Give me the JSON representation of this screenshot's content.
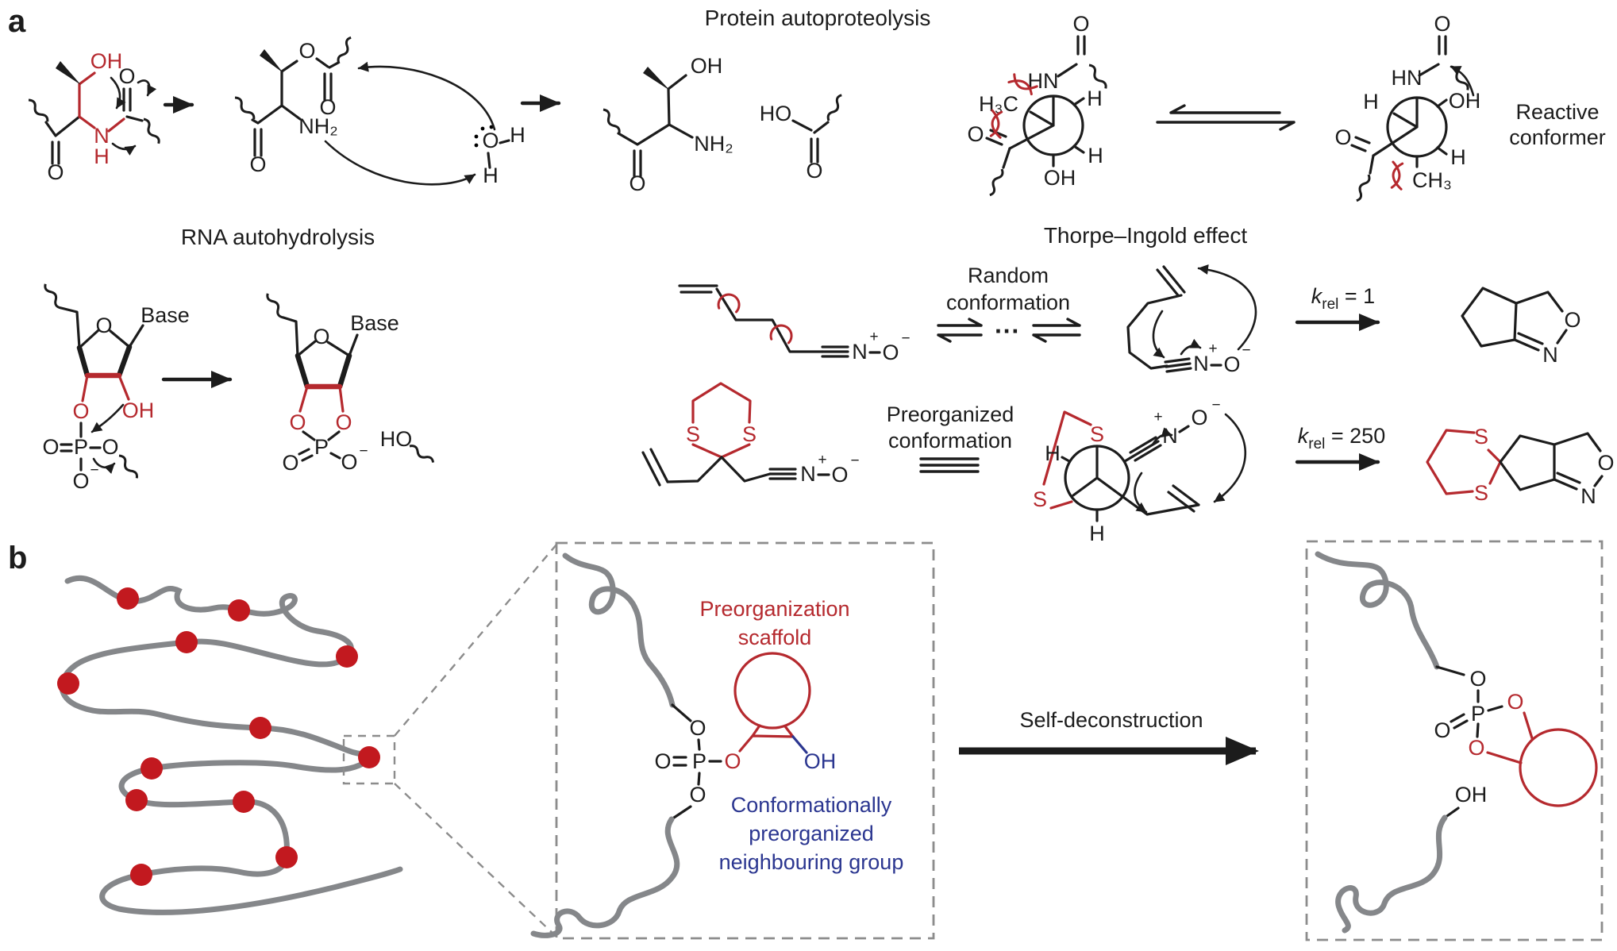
{
  "figure": {
    "panel_a": {
      "label": "a",
      "protein_title": "Protein autoproteolysis",
      "reactive_conformer": [
        "Reactive",
        "conformer"
      ],
      "rna_title": "RNA autohydrolysis",
      "thorpe_title": "Thorpe–Ingold effect",
      "random_conformation": [
        "Random",
        "conformation"
      ],
      "ellipsis": "···",
      "preorganized_conformation": [
        "Preorganized",
        "conformation"
      ],
      "krel_symbol": "k",
      "krel_sub": "rel",
      "krel_eq_1": " = 1",
      "krel_eq_250": " = 250"
    },
    "panel_b": {
      "label": "b",
      "scaffold_label": [
        "Preorganization",
        "scaffold"
      ],
      "neighbouring_label": [
        "Conformationally",
        "preorganized",
        "neighbouring group"
      ],
      "arrow_label": "Self-deconstruction"
    },
    "atoms": {
      "O": "O",
      "OH": "OH",
      "HO": "HO",
      "N": "N",
      "H": "H",
      "NH2": "NH₂",
      "HN": "HN",
      "H3C": "H₃C",
      "CH3": "CH₃",
      "S": "S",
      "P": "P",
      "Base": "Base",
      "plus": "+",
      "minus": "−"
    },
    "colors": {
      "ink": "#1c1c1c",
      "chem_red": "#b5292e",
      "dot_red": "#c2191f",
      "text_blue": "#2b3690",
      "chain_gray": "#85878a",
      "box_gray": "#8c8c8c"
    }
  }
}
